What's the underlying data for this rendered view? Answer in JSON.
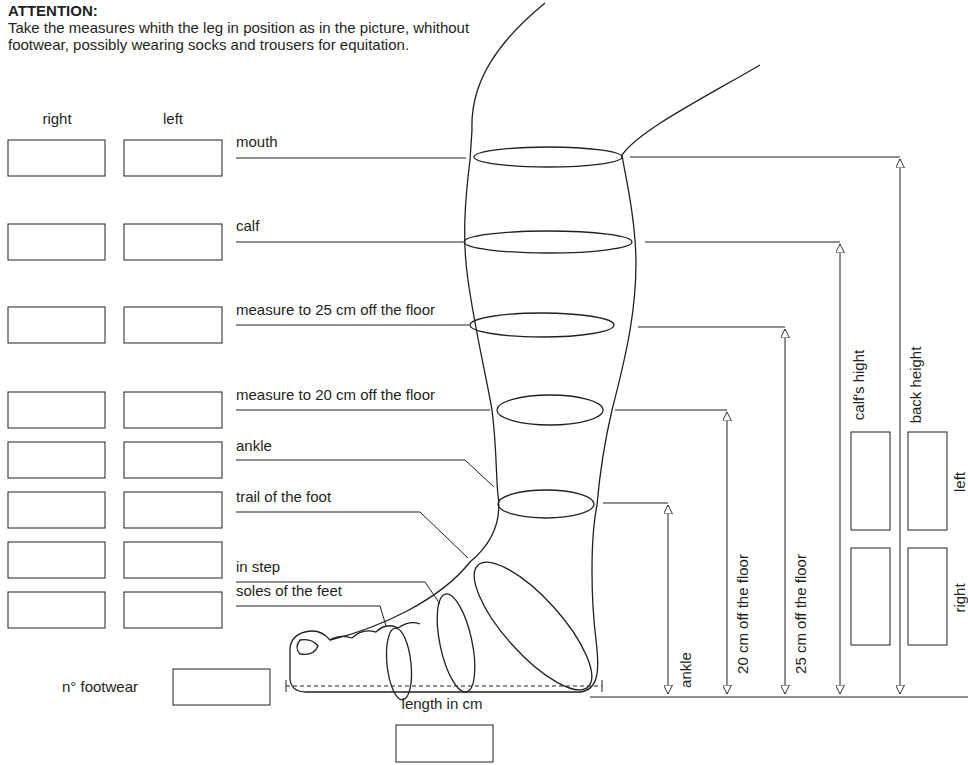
{
  "diagram": {
    "title": "ATTENTION:",
    "labels": [
      "Take the measures whith the leg in position as in the picture, whithout footwear, possibly wearing socks and trousers for equitation.",
      "right",
      "left",
      "mouth",
      "calf",
      "measure to 25 cm off the floor",
      "measure to 20 cm off the floor",
      "ankle",
      "trail of the foot",
      "in step",
      "soles of the feet",
      "ankle",
      "20 cm off the floor",
      "25 cm off the floor",
      "calf's hight",
      "back height",
      "left",
      "right",
      "n° footwear",
      "length in cm"
    ]
  }
}
